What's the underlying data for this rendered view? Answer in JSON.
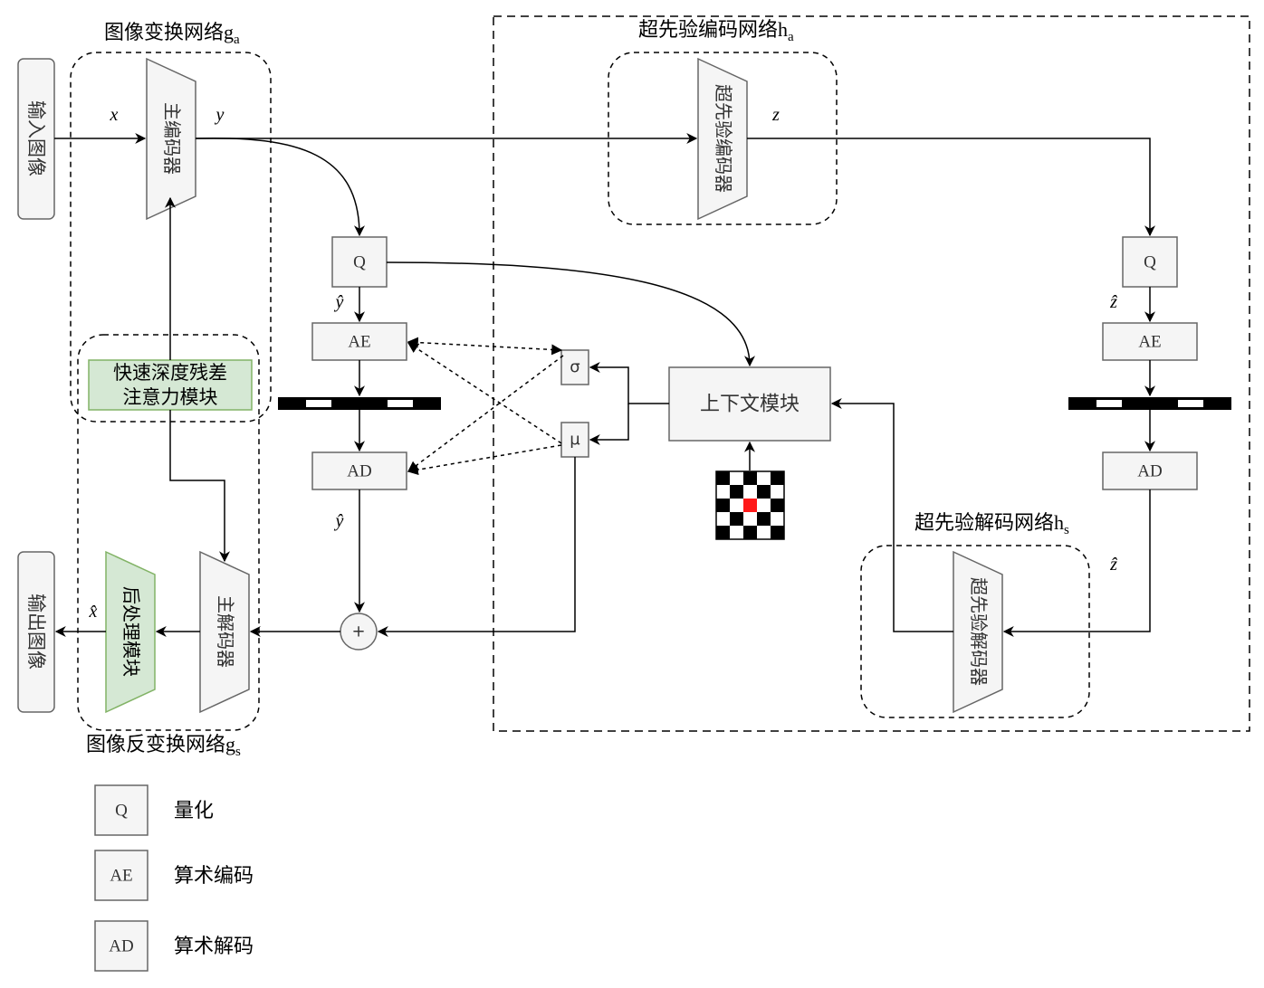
{
  "input_label": "输入图像",
  "output_label": "输出图像",
  "ga_label": "图像变换网络g",
  "ga_sub": "a",
  "gs_label": "图像反变换网络g",
  "gs_sub": "s",
  "ha_label": "超先验编码网络h",
  "ha_sub": "a",
  "hs_label": "超先验解码网络h",
  "hs_sub": "s",
  "main_encoder": "主编码器",
  "main_decoder": "主解码器",
  "hyper_encoder": "超先验编码器",
  "hyper_decoder": "超先验解码器",
  "post_module": "后处理模块",
  "attention_module_line1": "快速深度残差",
  "attention_module_line2": "注意力模块",
  "context_module": "上下文模块",
  "q_label": "Q",
  "ae_label": "AE",
  "ad_label": "AD",
  "sigma_label": "σ",
  "mu_label": "μ",
  "plus_label": "+",
  "var_x": "x",
  "var_y": "y",
  "var_z": "z",
  "var_yhat": "ŷ",
  "var_zhat": "ẑ",
  "var_xhat": "x̂",
  "legend": [
    {
      "key": "Q",
      "desc": "量化"
    },
    {
      "key": "AE",
      "desc": "算术编码"
    },
    {
      "key": "AD",
      "desc": "算术解码"
    }
  ]
}
